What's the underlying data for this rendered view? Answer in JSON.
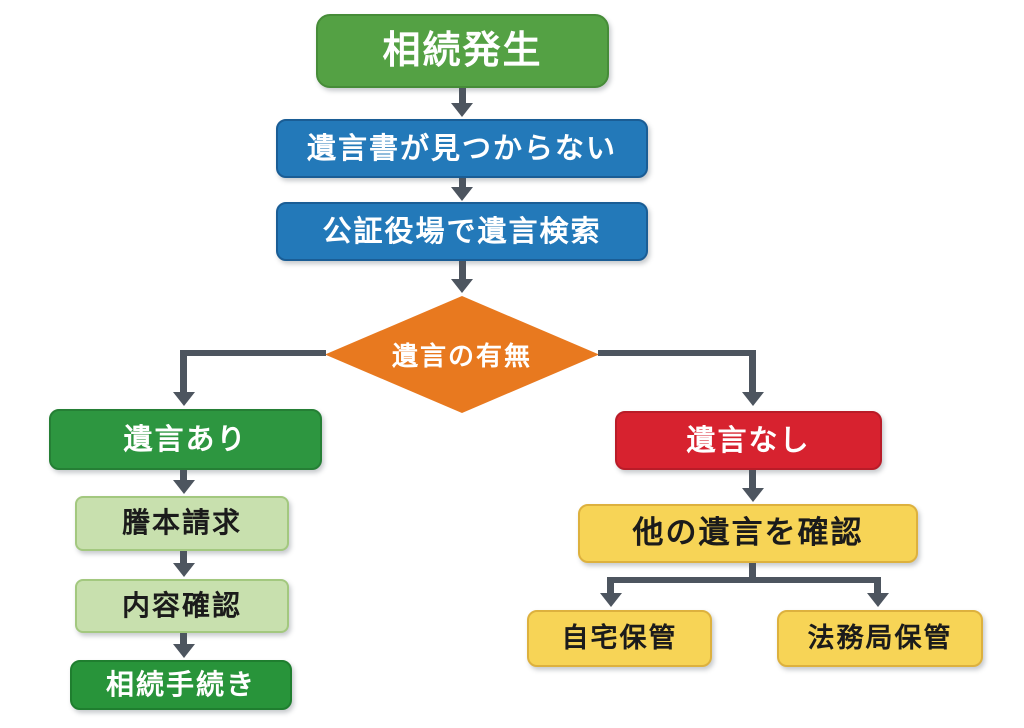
{
  "colors": {
    "start_green": "#54a144",
    "process_blue": "#2379b9",
    "decision_orange": "#e8791f",
    "branch_green": "#2d9640",
    "step_light_green": "#c8e0ae",
    "final_dark_green": "#28943a",
    "branch_red": "#d7222f",
    "storage_yellow": "#f7d456",
    "arrow_slate": "#4d555f",
    "background": "#ffffff"
  },
  "nodes": {
    "start": {
      "label": "相続発生"
    },
    "will_not_found": {
      "label": "遺言書が見つからない"
    },
    "notary_search": {
      "label": "公証役場で遺言検索"
    },
    "decision": {
      "label": "遺言の有無"
    },
    "will_exists": {
      "label": "遺言あり"
    },
    "request_copy": {
      "label": "謄本請求"
    },
    "check_contents": {
      "label": "内容確認"
    },
    "inheritance_procedure": {
      "label": "相続手続き"
    },
    "no_will": {
      "label": "遺言なし"
    },
    "check_other_wills": {
      "label": "他の遺言を確認"
    },
    "home_storage": {
      "label": "自宅保管"
    },
    "legal_affairs_storage": {
      "label": "法務局保管"
    }
  },
  "edges": [
    {
      "from": "start",
      "to": "will_not_found"
    },
    {
      "from": "will_not_found",
      "to": "notary_search"
    },
    {
      "from": "notary_search",
      "to": "decision"
    },
    {
      "from": "decision",
      "to": "will_exists"
    },
    {
      "from": "decision",
      "to": "no_will"
    },
    {
      "from": "will_exists",
      "to": "request_copy"
    },
    {
      "from": "request_copy",
      "to": "check_contents"
    },
    {
      "from": "check_contents",
      "to": "inheritance_procedure"
    },
    {
      "from": "no_will",
      "to": "check_other_wills"
    },
    {
      "from": "check_other_wills",
      "to": "home_storage"
    },
    {
      "from": "check_other_wills",
      "to": "legal_affairs_storage"
    }
  ]
}
